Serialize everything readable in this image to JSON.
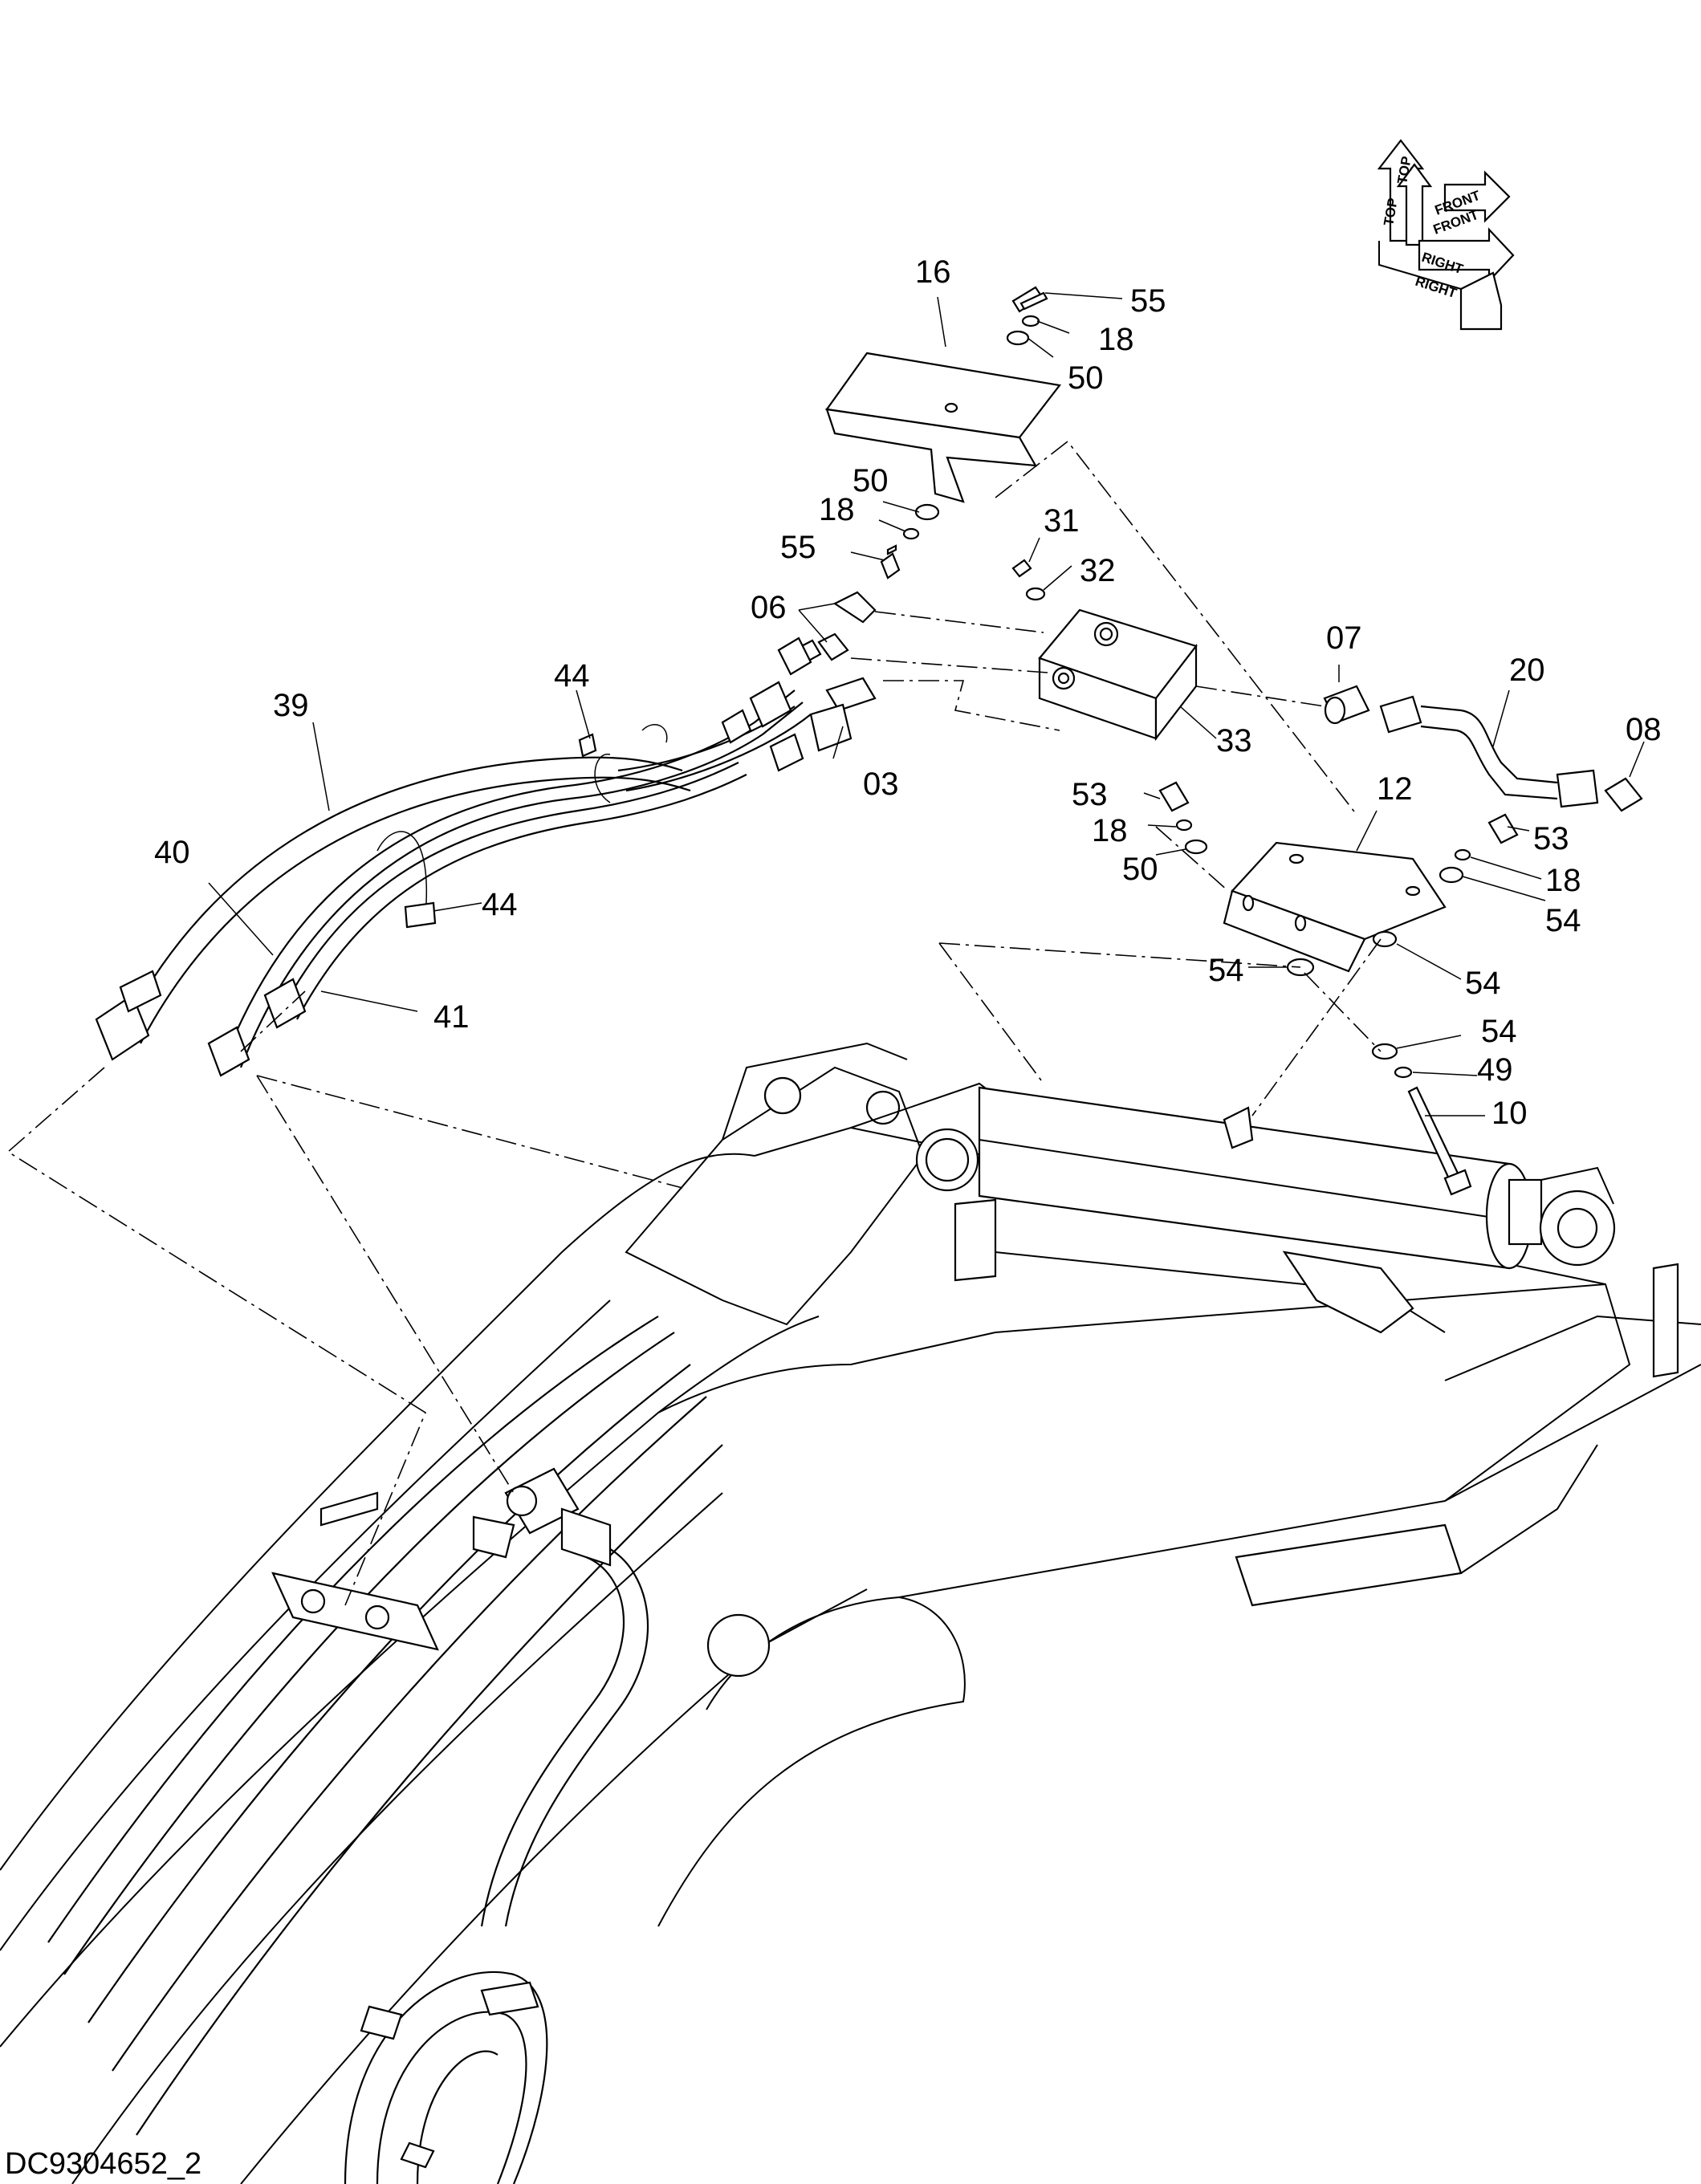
{
  "drawing_id": "DC9304652_2",
  "orientation_indicator": {
    "icon": "orientation-axes-icon",
    "labels": [
      "TOP",
      "TOP",
      "FRONT",
      "FRONT",
      "RIGHT",
      "RIGHT"
    ]
  },
  "callouts": [
    {
      "id": "c16",
      "text": "16"
    },
    {
      "id": "c55a",
      "text": "55"
    },
    {
      "id": "c18a",
      "text": "18"
    },
    {
      "id": "c50a",
      "text": "50"
    },
    {
      "id": "c50b",
      "text": "50"
    },
    {
      "id": "c18b",
      "text": "18"
    },
    {
      "id": "c55b",
      "text": "55"
    },
    {
      "id": "c31",
      "text": "31"
    },
    {
      "id": "c32",
      "text": "32"
    },
    {
      "id": "c06",
      "text": "06"
    },
    {
      "id": "c44a",
      "text": "44"
    },
    {
      "id": "c39",
      "text": "39"
    },
    {
      "id": "c07",
      "text": "07"
    },
    {
      "id": "c20",
      "text": "20"
    },
    {
      "id": "c08",
      "text": "08"
    },
    {
      "id": "c33",
      "text": "33"
    },
    {
      "id": "c03",
      "text": "03"
    },
    {
      "id": "c53a",
      "text": "53"
    },
    {
      "id": "c12",
      "text": "12"
    },
    {
      "id": "c53b",
      "text": "53"
    },
    {
      "id": "c18c",
      "text": "18"
    },
    {
      "id": "c50c",
      "text": "50"
    },
    {
      "id": "c18d",
      "text": "18"
    },
    {
      "id": "c54a",
      "text": "54"
    },
    {
      "id": "c40",
      "text": "40"
    },
    {
      "id": "c44b",
      "text": "44"
    },
    {
      "id": "c54b",
      "text": "54"
    },
    {
      "id": "c54c",
      "text": "54"
    },
    {
      "id": "c41",
      "text": "41"
    },
    {
      "id": "c54d",
      "text": "54"
    },
    {
      "id": "c49",
      "text": "49"
    },
    {
      "id": "c10",
      "text": "10"
    }
  ]
}
